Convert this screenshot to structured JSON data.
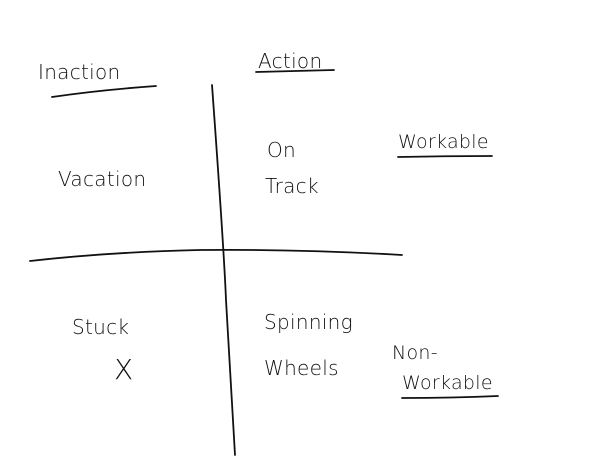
{
  "headers": {
    "inaction": "Inaction",
    "action": "Action"
  },
  "quadrants": {
    "top_left": "Vacation",
    "top_right_line1": "On",
    "top_right_line2": "Track",
    "bottom_left": "Stuck",
    "bottom_left_mark": "X",
    "bottom_right_line1": "Spinning",
    "bottom_right_line2": "Wheels"
  },
  "side_labels": {
    "workable": "Workable",
    "non_workable_line1": "Non-",
    "non_workable_line2": "Workable"
  },
  "colors": {
    "ink": "#111111",
    "background": "#ffffff"
  }
}
